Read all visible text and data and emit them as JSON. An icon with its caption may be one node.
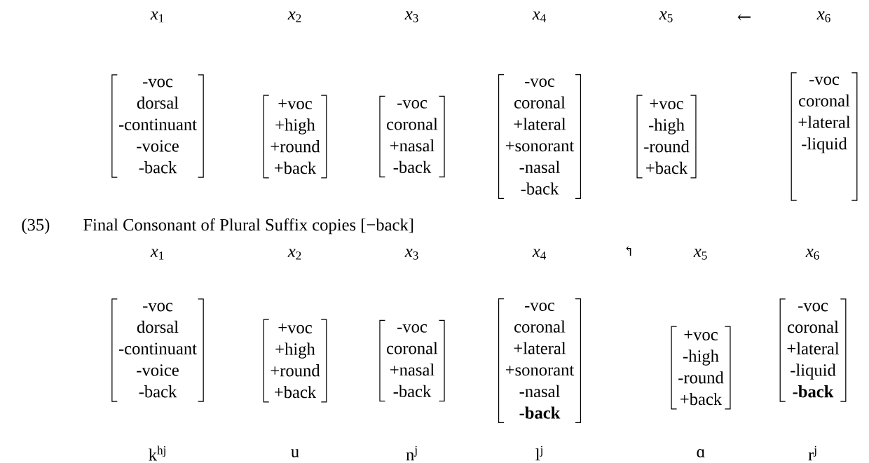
{
  "diagram": {
    "nodes": [
      {
        "text": [
          "*x*$_{1}$",
          "-voc",
          "dorsal",
          "-continuant",
          "-voice",
          "-back"
        ]
      },
      {
        "text": [
          "*x*$_{2}$",
          "+voc",
          "+high",
          "+round",
          "+back"
        ]
      },
      {
        "text": [
          "*x*$_{3}$",
          "-voc",
          "coronal",
          "+nasal",
          "-back"
        ]
      },
      {
        "text": [
          "*x*$_{4}$",
          "-voc",
          "coronal",
          "+lateral",
          "+sonorant",
          "-nasal",
          "-back"
        ]
      },
      {
        "text": [
          "*x*$_{5}$",
          "+voc",
          "-high",
          "-round",
          "+back"
        ]
      },
      {
        "text": [
          "*x*$_{6}$",
          "-voc",
          "coronal",
          "+lateral",
          "-liquid"
        ]
      },
      {
        "text": [
          "*x*$_{1}$",
          "-voc",
          "dorsal",
          "-continuant",
          "-voice",
          "-back",
          "k$^{hj}$"
        ]
      },
      {
        "text": [
          "*x*$_{2}$",
          "+voc",
          "+high",
          "+round",
          "+back",
          "u"
        ]
      },
      {
        "text": [
          "*x*$_{3}$",
          "-voc",
          "coronal",
          "+nasal",
          "-back",
          "n$^{j}$"
        ]
      },
      {
        "text": [
          "*x*$_{4}$",
          "-voc",
          "coronal",
          "+lateral",
          "+sonorant",
          "-nasal",
          "**-back**",
          "l$^{j}$"
        ]
      },
      {
        "text": [
          "*x*$_{5}$",
          "+voc",
          "-high",
          "-round",
          "+back",
          "ɑ"
        ]
      },
      {
        "text": [
          "*x*$_{6}$",
          "-voc",
          "coronal",
          "+lateral",
          "-liquid",
          "**-back**",
          "r$^{j}$"
        ]
      }
    ],
    "labels": [
      "←",
      "(35)",
      "Final Consonant of Plural Suffix copies [−back]",
      "↰"
    ]
  }
}
